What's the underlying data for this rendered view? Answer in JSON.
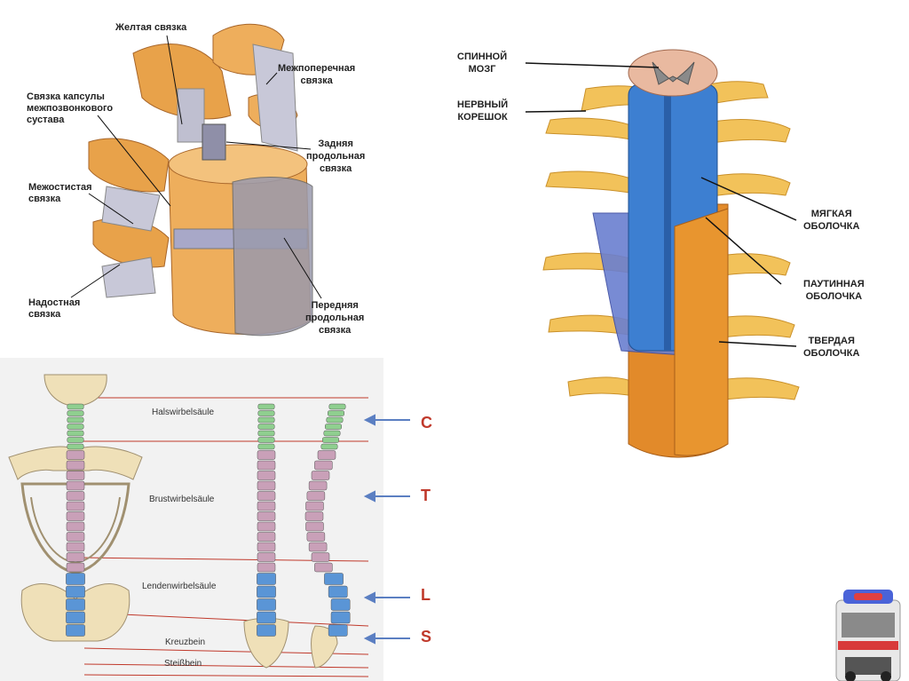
{
  "vertebra": {
    "labels": [
      {
        "id": "yellow",
        "text": "Желтая связка"
      },
      {
        "id": "intertransverse",
        "text": "Межпоперечная\nсвязка"
      },
      {
        "id": "capsule",
        "text": "Связка капсулы\nмежпозвонкового\nсустава"
      },
      {
        "id": "posterior",
        "text": "Задняя\nпродольная\nсвязка"
      },
      {
        "id": "interspinous",
        "text": "Межостистая\nсвязка"
      },
      {
        "id": "supraspinous",
        "text": "Надостная\nсвязка"
      },
      {
        "id": "anterior",
        "text": "Передняя\nпродольная\nсвязка"
      }
    ]
  },
  "spinal_cord": {
    "labels": [
      {
        "id": "cord",
        "text": "СПИННОЙ\nМОЗГ"
      },
      {
        "id": "root",
        "text": "НЕРВНЫЙ\nКОРЕШОК"
      },
      {
        "id": "pia",
        "text": "МЯГКАЯ\nОБОЛОЧКА"
      },
      {
        "id": "arachnoid",
        "text": "ПАУТИННАЯ\nОБОЛОЧКА"
      },
      {
        "id": "dura",
        "text": "ТВЕРДАЯ\nОБОЛОЧКА"
      }
    ]
  },
  "spine_regions": {
    "sections": [
      "Halswirbelsäule",
      "Brustwirbelsäule",
      "Lendenwirbelsäule",
      "Kreuzbein",
      "Steißbein"
    ],
    "markers": [
      "C",
      "T",
      "L",
      "S"
    ]
  },
  "colors": {
    "bone": "#e8a24a",
    "ligament": "#b9b9c8",
    "cervical": "#8fcf8f",
    "thoracic": "#c9a0b8",
    "lumbar": "#5a95d6",
    "sacral": "#efe0b8",
    "marker_text": "#c0392b",
    "arrow": "#5b7fc2",
    "guide_line": "#c0392b",
    "pia": "#3d7fd1",
    "dura": "#e28a2a"
  },
  "icons": [
    "ambulance-icon"
  ]
}
